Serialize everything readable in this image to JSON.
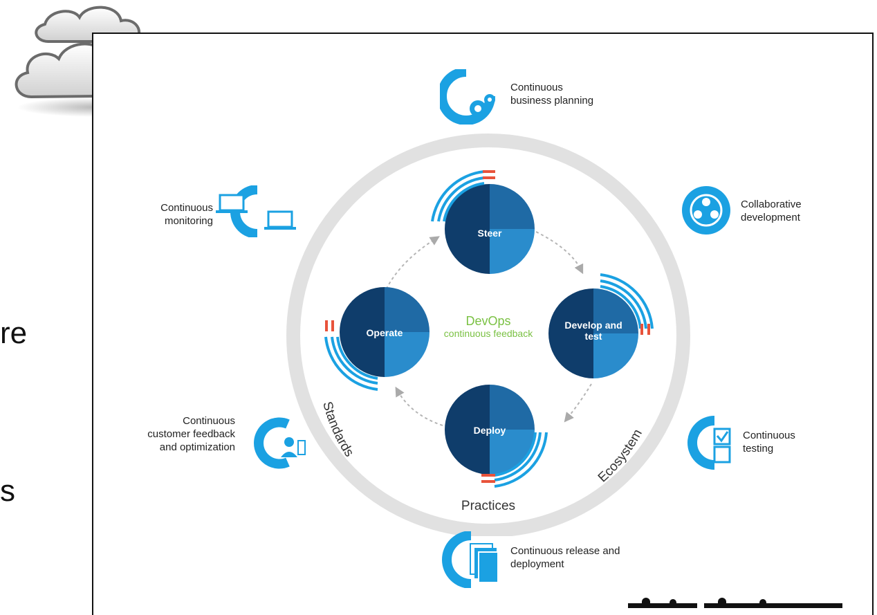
{
  "left_fragments": {
    "line1": "re",
    "line2": "s"
  },
  "center": {
    "title": "DevOps",
    "subtitle": "continuous feedback"
  },
  "nodes": {
    "steer": "Steer",
    "develop_line1": "Develop and",
    "develop_line2": "test",
    "deploy": "Deploy",
    "operate": "Operate"
  },
  "ring_words": {
    "standards": "Standards",
    "practices": "Practices",
    "ecosystem": "Ecosystem"
  },
  "capabilities": {
    "business_planning": [
      "Continuous",
      "business planning"
    ],
    "collaborative_development": [
      "Collaborative",
      "development"
    ],
    "testing": [
      "Continuous",
      "testing"
    ],
    "release_deployment": [
      "Continuous release and",
      "deployment"
    ],
    "customer_feedback": [
      "Continuous",
      "customer feedback",
      "and optimization"
    ],
    "monitoring": [
      "Continuous",
      "monitoring"
    ]
  },
  "colors": {
    "accent": "#1ba1e2",
    "dark_blue": "#0f3d6b",
    "mid_blue": "#1f6aa5",
    "light_blue": "#2a8ccc",
    "ring_grey": "#e1e1e1",
    "devops_green": "#7ac143",
    "tick_red": "#e8533b"
  }
}
